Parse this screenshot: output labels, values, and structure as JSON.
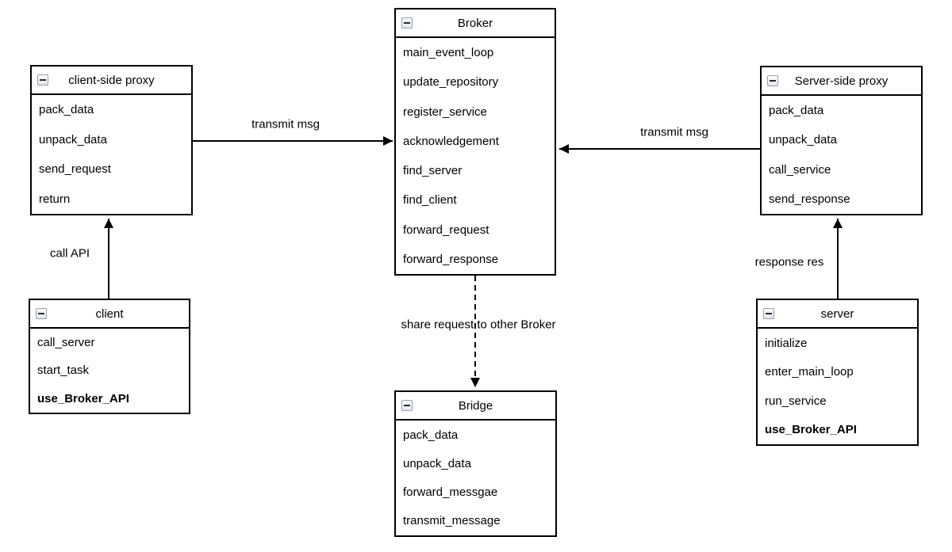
{
  "diagram": {
    "boxes": {
      "broker": {
        "title": "Broker",
        "items": [
          "main_event_loop",
          "update_repository",
          "register_service",
          "acknowledgement",
          "find_server",
          "find_client",
          "forward_request",
          "forward_response"
        ]
      },
      "client_proxy": {
        "title": "client-side proxy",
        "items": [
          "pack_data",
          "unpack_data",
          "send_request",
          "return"
        ]
      },
      "server_proxy": {
        "title": "Server-side proxy",
        "items": [
          "pack_data",
          "unpack_data",
          "call_service",
          "send_response"
        ]
      },
      "client": {
        "title": "client",
        "items": [
          "call_server",
          "start_task",
          "use_Broker_API"
        ]
      },
      "server": {
        "title": "server",
        "items": [
          "initialize",
          "enter_main_loop",
          "run_service",
          "use_Broker_API"
        ]
      },
      "bridge": {
        "title": "Bridge",
        "items": [
          "pack_data",
          "unpack_data",
          "forward_messgae",
          "transmit_message"
        ]
      }
    },
    "edge_labels": {
      "transmit_left": "transmit msg",
      "transmit_right": "transmit msg",
      "call_api": "call API",
      "response_res": "response res",
      "share_request": "share request to other Broker"
    },
    "icons": {
      "collapse": "minus-square-icon"
    },
    "colors": {
      "stroke": "#000000",
      "background": "#ffffff",
      "collapse_border": "#90a0b4"
    }
  }
}
